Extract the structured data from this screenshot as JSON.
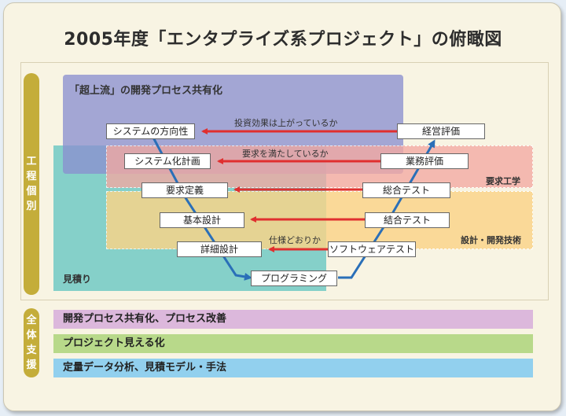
{
  "title": "2005年度「エンタプライズ系プロジェクト」の俯瞰図",
  "side_labels": {
    "individual": "工程個別",
    "overall": "全体支援"
  },
  "zones": {
    "upstream": {
      "label": "「超上流」の開発プロセス共有化",
      "color": "#8b8fd0"
    },
    "estimation": {
      "label": "見積り",
      "color": "#5fc4c0"
    },
    "requirements": {
      "label": "要求工学",
      "color": "#f4a9a2"
    },
    "design": {
      "label": "設計・開発技術",
      "color": "#fbd488"
    }
  },
  "nodes": {
    "system_direction": "システムの方向性",
    "system_planning": "システム化計画",
    "requirements_def": "要求定義",
    "basic_design": "基本設計",
    "detailed_design": "詳細設計",
    "programming": "プログラミング",
    "software_test": "ソフトウェアテスト",
    "integration_test": "結合テスト",
    "system_test": "総合テスト",
    "business_eval": "業務評価",
    "management_eval": "経営評価"
  },
  "arrow_labels": {
    "investment": "投資効果は上がっているか",
    "requirements_met": "要求を満たしているか",
    "spec_check": "仕様どおりか"
  },
  "bands": [
    {
      "label": "開発プロセス共有化、プロセス改善",
      "color": "#dcb8dc"
    },
    {
      "label": "プロジェクト見える化",
      "color": "#b8d98a"
    },
    {
      "label": "定量データ分析、見積モデル・手法",
      "color": "#92d0ee"
    }
  ],
  "colors": {
    "arrow_red": "#e02f2f",
    "arrow_blue": "#2a6fb8",
    "side_bar": "#c4ad3a"
  }
}
